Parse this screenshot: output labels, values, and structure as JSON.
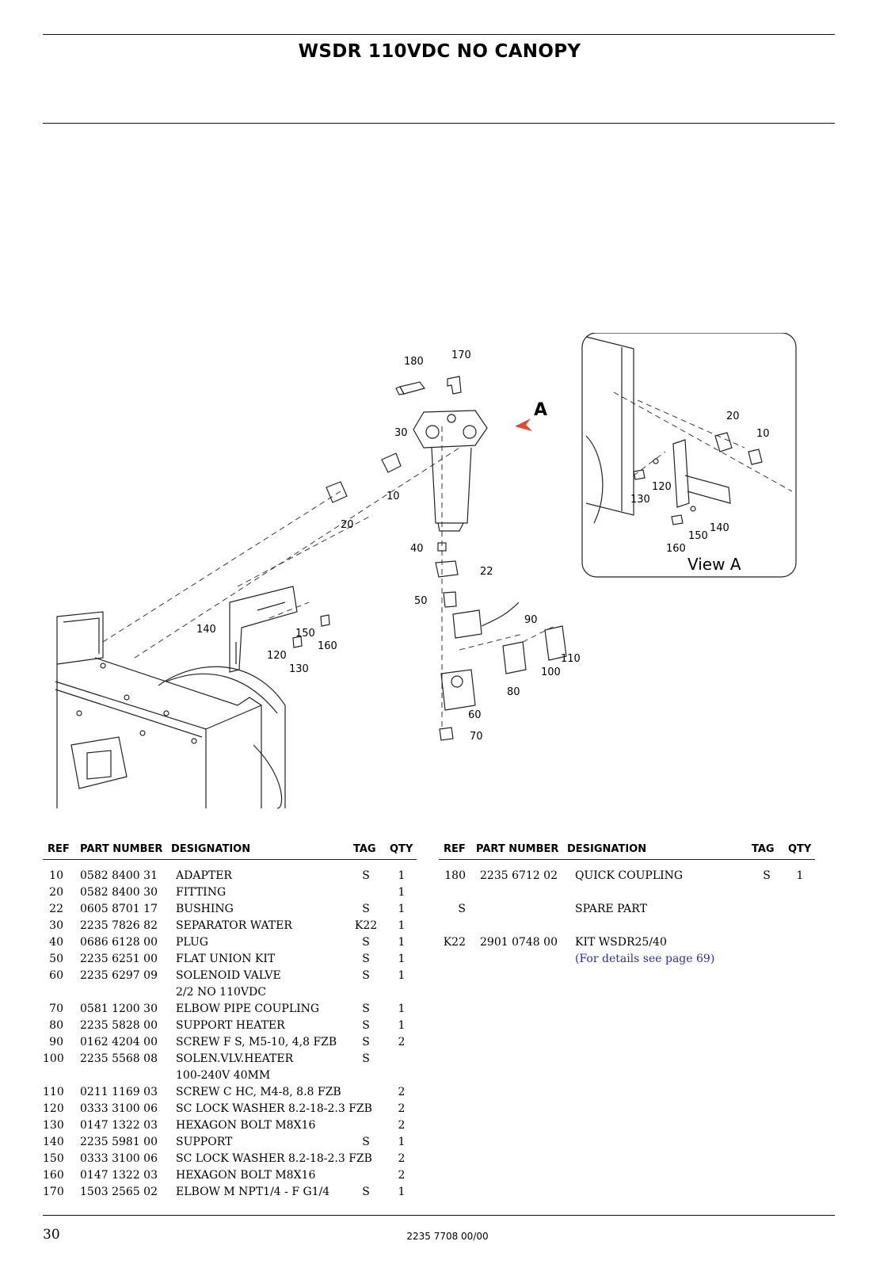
{
  "title": "WSDR 110VDC NO CANOPY",
  "table_headers": {
    "ref": "REF",
    "part_number": "PART NUMBER",
    "designation": "DESIGNATION",
    "tag": "TAG",
    "qty": "QTY"
  },
  "left_rows": [
    {
      "ref": "10",
      "pn": "0582 8400 31",
      "des": "ADAPTER",
      "tag": "S",
      "qty": "1"
    },
    {
      "ref": "20",
      "pn": "0582 8400 30",
      "des": "FITTING",
      "tag": "",
      "qty": "1"
    },
    {
      "ref": "22",
      "pn": "0605 8701 17",
      "des": "BUSHING",
      "tag": "S",
      "qty": "1"
    },
    {
      "ref": "30",
      "pn": "2235 7826 82",
      "des": "SEPARATOR WATER",
      "tag": "K22",
      "qty": "1"
    },
    {
      "ref": "40",
      "pn": "0686 6128 00",
      "des": "PLUG",
      "tag": "S",
      "qty": "1"
    },
    {
      "ref": "50",
      "pn": "2235 6251 00",
      "des": "FLAT UNION KIT",
      "tag": "S",
      "qty": "1"
    },
    {
      "ref": "60",
      "pn": "2235 6297 09",
      "des": "SOLENOID VALVE",
      "tag": "S",
      "qty": "1"
    },
    {
      "ref": "",
      "pn": "",
      "des": "2/2 NO 110VDC",
      "tag": "",
      "qty": ""
    },
    {
      "ref": "70",
      "pn": "0581 1200 30",
      "des": "ELBOW PIPE COUPLING",
      "tag": "S",
      "qty": "1"
    },
    {
      "ref": "80",
      "pn": "2235 5828 00",
      "des": "SUPPORT HEATER",
      "tag": "S",
      "qty": "1"
    },
    {
      "ref": "90",
      "pn": "0162 4204 00",
      "des": "SCREW F S, M5-10, 4,8 FZB",
      "tag": "S",
      "qty": "2"
    },
    {
      "ref": "100",
      "pn": "2235 5568 08",
      "des": "SOLEN.VLV.HEATER",
      "tag": "S",
      "qty": ""
    },
    {
      "ref": "",
      "pn": "",
      "des": "100-240V 40MM",
      "tag": "",
      "qty": ""
    },
    {
      "ref": "110",
      "pn": "0211 1169 03",
      "des": "SCREW C HC, M4-8, 8.8 FZB",
      "tag": "",
      "qty": "2"
    },
    {
      "ref": "120",
      "pn": "0333 3100 06",
      "des": "SC LOCK WASHER 8.2-18-2.3 FZB",
      "tag": "",
      "qty": "2"
    },
    {
      "ref": "130",
      "pn": "0147 1322 03",
      "des": "HEXAGON BOLT M8X16",
      "tag": "",
      "qty": "2"
    },
    {
      "ref": "140",
      "pn": "2235 5981 00",
      "des": "SUPPORT",
      "tag": "S",
      "qty": "1"
    },
    {
      "ref": "150",
      "pn": "0333 3100 06",
      "des": "SC LOCK WASHER 8.2-18-2.3 FZB",
      "tag": "",
      "qty": "2"
    },
    {
      "ref": "160",
      "pn": "0147 1322 03",
      "des": "HEXAGON BOLT M8X16",
      "tag": "",
      "qty": "2"
    },
    {
      "ref": "170",
      "pn": "1503 2565 02",
      "des": "ELBOW M NPT1/4 - F G1/4",
      "tag": "S",
      "qty": "1"
    }
  ],
  "right_rows": [
    {
      "ref": "180",
      "pn": "2235 6712 02",
      "des": "QUICK COUPLING",
      "tag": "S",
      "qty": "1"
    },
    {
      "ref": "",
      "pn": "",
      "des": "",
      "tag": "",
      "qty": ""
    },
    {
      "ref": "S",
      "pn": "",
      "des": "SPARE PART",
      "tag": "",
      "qty": ""
    },
    {
      "ref": "",
      "pn": "",
      "des": "",
      "tag": "",
      "qty": ""
    },
    {
      "ref": "K22",
      "pn": "2901 0748 00",
      "des": "KIT WSDR25/40",
      "tag": "",
      "qty": ""
    }
  ],
  "right_link": "(For details see page 69)",
  "diagram": {
    "view_label": "View A",
    "arrow_label": "A",
    "callouts": {
      "c180": "180",
      "c170": "170",
      "c30": "30",
      "c10": "10",
      "c20": "20",
      "c40": "40",
      "c22": "22",
      "c50": "50",
      "c90": "90",
      "c110": "110",
      "c100": "100",
      "c80": "80",
      "c60": "60",
      "c70": "70",
      "c140": "140",
      "c150": "150",
      "c160": "160",
      "c120": "120",
      "c130": "130",
      "v20": "20",
      "v10": "10",
      "v120": "120",
      "v130": "130",
      "v140": "140",
      "v150": "150",
      "v160": "160"
    },
    "arrow_color": "#e8452a"
  },
  "footer": {
    "page": "30",
    "doc_number": "2235 7708 00/00"
  }
}
